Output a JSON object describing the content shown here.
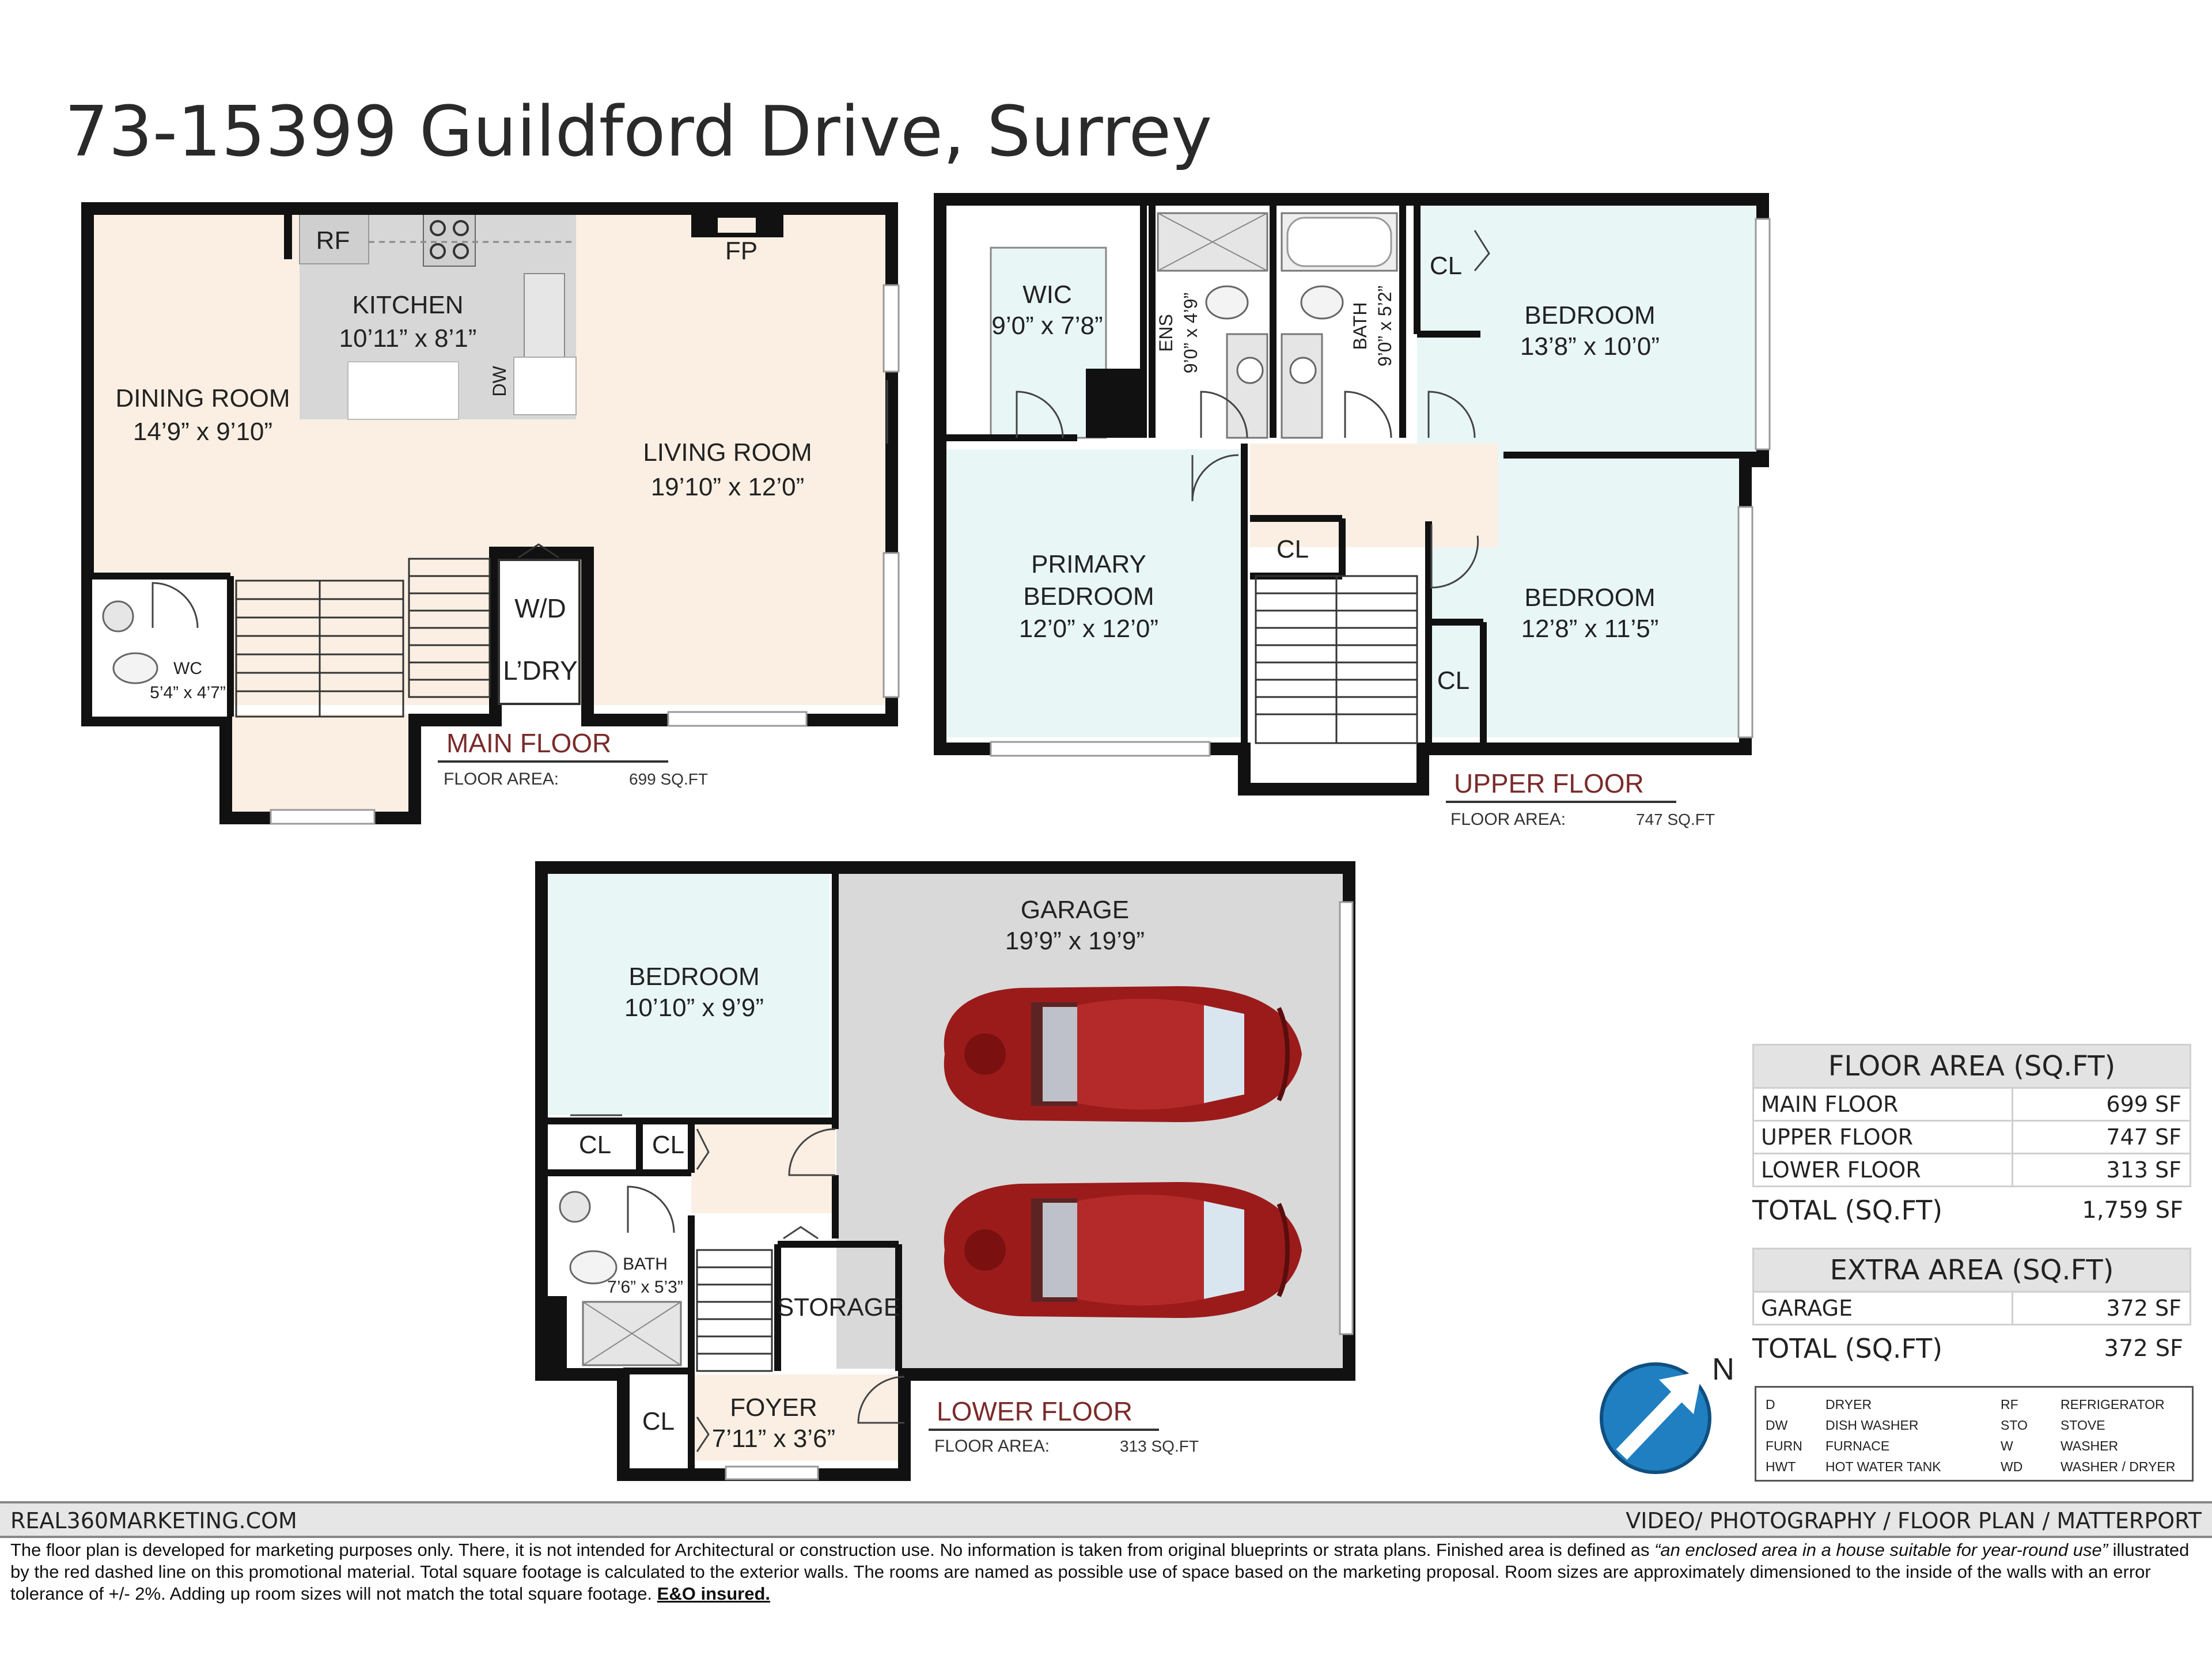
{
  "title": "73-15399 Guildford Drive, Surrey",
  "main_floor": {
    "name": "MAIN FLOOR",
    "area_label": "FLOOR AREA:",
    "area_value": "699 SQ.FT",
    "rooms": {
      "kitchen": {
        "name": "KITCHEN",
        "size": "10’11” x 8’1”"
      },
      "dining": {
        "name": "DINING ROOM",
        "size": "14’9” x 9’10”"
      },
      "living": {
        "name": "LIVING ROOM",
        "size": "19’10” x 12’0”"
      },
      "wc": {
        "name": "WC",
        "size": "5’4” x 4’7”"
      },
      "wd": {
        "name": "W/D"
      },
      "laundry": {
        "name": "L’DRY"
      }
    },
    "fixtures": {
      "rf": "RF",
      "fp": "FP",
      "dw": "DW"
    }
  },
  "upper_floor": {
    "name": "UPPER FLOOR",
    "area_label": "FLOOR AREA:",
    "area_value": "747 SQ.FT",
    "rooms": {
      "wic": {
        "name": "WIC",
        "size": "9’0” x 7’8”"
      },
      "ens": {
        "name": "ENS",
        "size": "9’0” x 4’9”"
      },
      "bath": {
        "name": "BATH",
        "size": "9’0” x 5’2”"
      },
      "bedroom1": {
        "name": "BEDROOM",
        "size": "13’8” x 10’0”"
      },
      "primary": {
        "line1": "PRIMARY",
        "line2": "BEDROOM",
        "size": "12’0” x 12’0”"
      },
      "bedroom2": {
        "name": "BEDROOM",
        "size": "12’8” x 11’5”"
      }
    },
    "closet": "CL"
  },
  "lower_floor": {
    "name": "LOWER FLOOR",
    "area_label": "FLOOR AREA:",
    "area_value": "313 SQ.FT",
    "rooms": {
      "bedroom": {
        "name": "BEDROOM",
        "size": "10’10” x 9’9”"
      },
      "garage": {
        "name": "GARAGE",
        "size": "19’9” x 19’9”"
      },
      "bath": {
        "name": "BATH",
        "size": "7’6” x 5’3”"
      },
      "storage": {
        "name": "STORAGE"
      },
      "foyer": {
        "name": "FOYER",
        "size": "7’11” x 3’6”"
      }
    },
    "closet": "CL"
  },
  "floor_area_table": {
    "header": "FLOOR AREA (SQ.FT)",
    "rows": [
      {
        "label": "MAIN FLOOR",
        "value": "699 SF"
      },
      {
        "label": "UPPER FLOOR",
        "value": "747 SF"
      },
      {
        "label": "LOWER FLOOR",
        "value": "313 SF"
      }
    ],
    "total_label": "TOTAL (SQ.FT)",
    "total_value": "1,759 SF"
  },
  "extra_area_table": {
    "header": "EXTRA AREA (SQ.FT)",
    "rows": [
      {
        "label": "GARAGE",
        "value": "372 SF"
      }
    ],
    "total_label": "TOTAL (SQ.FT)",
    "total_value": "372 SF"
  },
  "compass": {
    "label": "N",
    "icon": "north-arrow-icon"
  },
  "legend": [
    {
      "abbr": "D",
      "text": "DRYER"
    },
    {
      "abbr": "DW",
      "text": "DISH WASHER"
    },
    {
      "abbr": "FURN",
      "text": "FURNACE"
    },
    {
      "abbr": "HWT",
      "text": "HOT WATER TANK"
    },
    {
      "abbr": "RF",
      "text": "REFRIGERATOR"
    },
    {
      "abbr": "STO",
      "text": "STOVE"
    },
    {
      "abbr": "W",
      "text": "WASHER"
    },
    {
      "abbr": "WD",
      "text": "WASHER / DRYER"
    }
  ],
  "footer": {
    "website": "REAL360MARKETING.COM",
    "services": "VIDEO/ PHOTOGRAPHY / FLOOR PLAN / MATTERPORT"
  },
  "disclaimer": {
    "part1": "The floor plan is developed for marketing purposes only. There, it is not intended for Architectural or construction use. No information is  taken from original blueprints or strata plans. Finished area is defined as ",
    "quote": "“an enclosed area in a house suitable for year-round use”",
    "part2": " illustrated by the red dashed line on this promotional material. Total square footage is calculated to the exterior walls. The rooms are named as possible use of space based on the marketing proposal. Room sizes are approximately dimensioned to the inside of the walls with an error tolerance of +/- 2%. Adding up room sizes will not match the total square footage. ",
    "eo": "E&O insured."
  },
  "colors": {
    "wall": "#111111",
    "main_floor_fill": "#fbefe3",
    "bedroom_fill": "#e9f6f6",
    "kitchen_fill": "#d7d7d7",
    "garage_fill": "#d9d9d9",
    "floor_label": "#7a2b2b",
    "car": "#9b1b1b",
    "compass": "#1f7fc0"
  }
}
